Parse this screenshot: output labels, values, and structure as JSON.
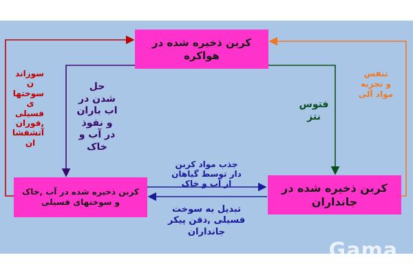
{
  "boxes": {
    "air": "کربن ذخیره شده در هواکره",
    "living": "کربن ذخیره شده در جانداران",
    "earth": "کربن ذخیره شده در آب ,خاک و سوختهای فسیلی"
  },
  "labels": {
    "combustion": "سوزاند\nن\nسوختها\nی\nفسیلی\n,فوران\nآتشفشا\nان",
    "dissolution": "حل\nشدن در\nاب باران\nو نفوذ\nدر آب و\nخاک",
    "photosynthesis": "فتوس\nنتز",
    "respiration": "تنفس\nو تجزیه\nمواد آلی",
    "absorption": "جذب مواد کربن\nدار توسط گیاهان\nاز آب و خاک",
    "conversion": "تبدیل به سوخت\nفسیلی ,دفن پیکر\nجانداران"
  },
  "watermark": "Gama",
  "colors": {
    "background": "#a9c6e6",
    "box": "#ff33cc",
    "combustion": "#c00000",
    "dissolution": "#3a0a6a",
    "photosynthesis": "#0a4d1e",
    "respiration": "#f07820",
    "absorption_conversion": "#1a1a9a"
  }
}
